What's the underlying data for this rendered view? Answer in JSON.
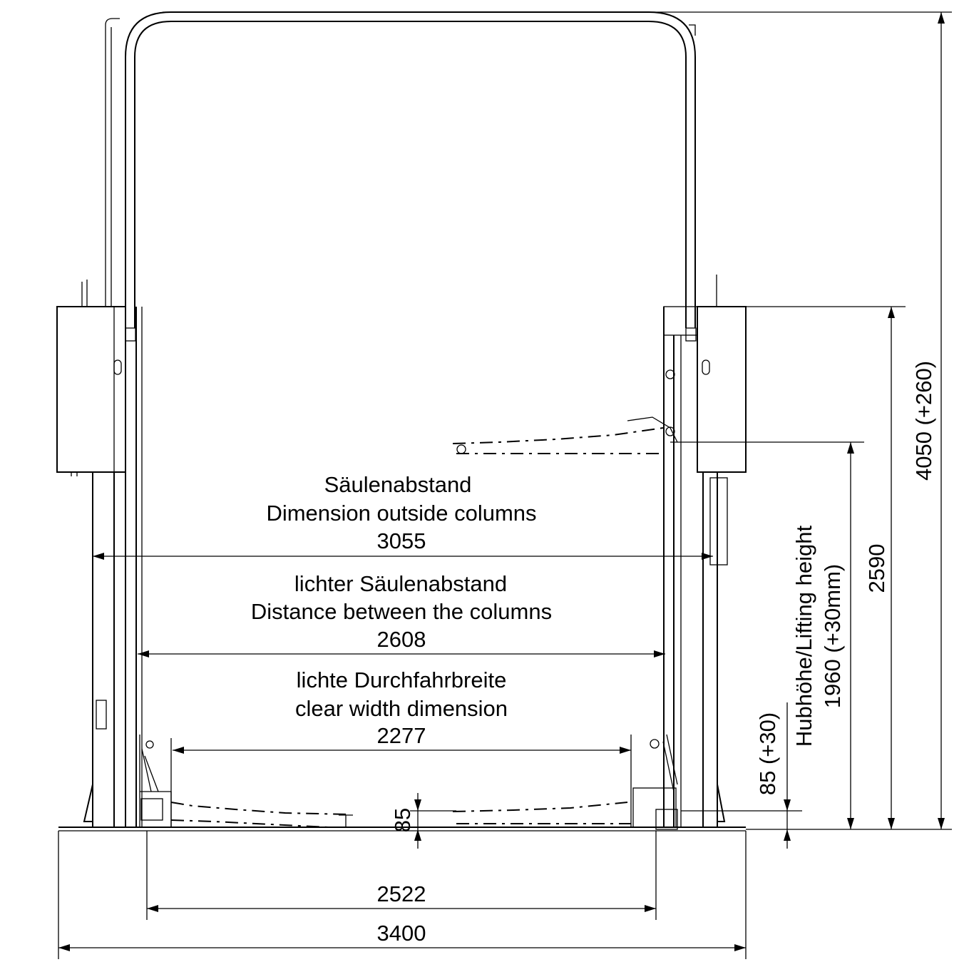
{
  "labels": {
    "column_spacing": {
      "de": "Säulenabstand",
      "en": "Dimension outside columns",
      "value": "3055"
    },
    "clear_column_spacing": {
      "de": "lichter Säulenabstand",
      "en": "Distance between the columns",
      "value": "2608"
    },
    "clear_drive_width": {
      "de": "lichte Durchfahrbreite",
      "en": "clear width dimension",
      "value": "2277"
    },
    "base_inner_width": "2522",
    "base_outer_width": "3400",
    "arm_height": "85",
    "arm_height_lifted": "85 (+30)",
    "lifting_height": {
      "label": "Hubhöhe/Lifting height",
      "value": "1960 (+30mm)"
    },
    "carriage_height": "2590",
    "total_height": "4050 (+260)"
  }
}
